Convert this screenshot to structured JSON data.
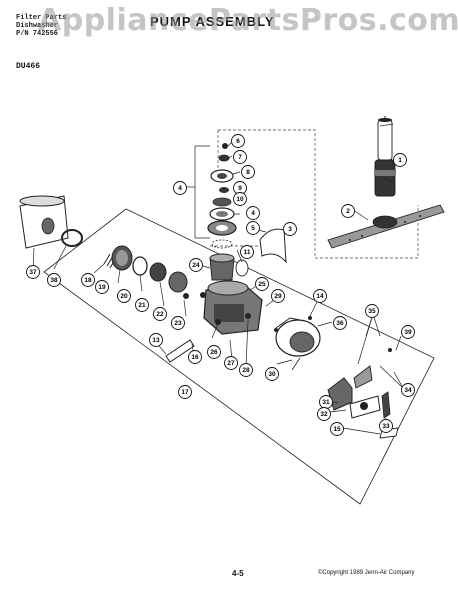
{
  "header": {
    "line1": "Filter Parts",
    "line2": "Dishwasher",
    "line3": "P/N 742556"
  },
  "watermark": "AppliancePartsPros.com",
  "title": "PUMP ASSEMBLY",
  "model": "DU466",
  "callouts": [
    "1",
    "2",
    "3",
    "4",
    "4",
    "5",
    "6",
    "7",
    "8",
    "9",
    "10",
    "11",
    "13",
    "14",
    "15",
    "16",
    "17",
    "18",
    "19",
    "20",
    "21",
    "22",
    "23",
    "24",
    "25",
    "26",
    "27",
    "28",
    "29",
    "30",
    "31",
    "32",
    "33",
    "34",
    "35",
    "36",
    "37",
    "38",
    "39"
  ],
  "footer": {
    "page": "4-5",
    "copyright": "©Copyright 1989 Jenn-Air Company"
  }
}
